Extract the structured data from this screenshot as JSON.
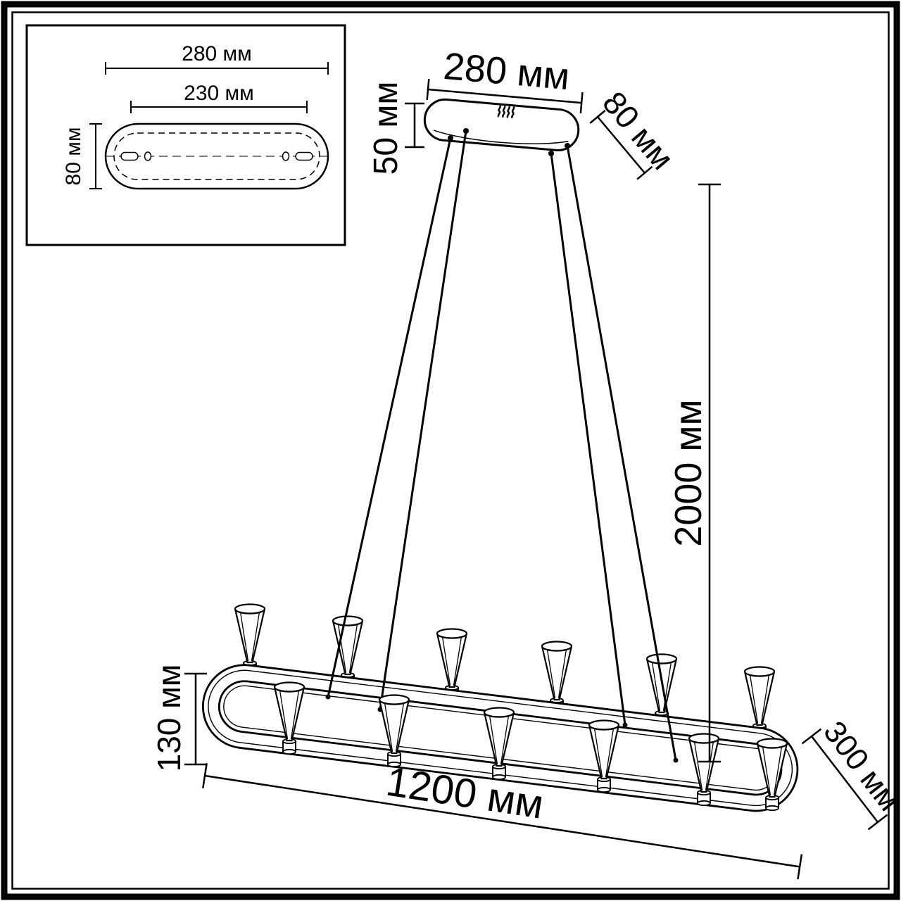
{
  "labels": {
    "inset": {
      "width": "280 мм",
      "holes": "230 мм",
      "depth": "80 мм"
    },
    "canopy": {
      "length": "280 мм",
      "height": "50 мм",
      "depth": "80 мм"
    },
    "suspension": {
      "height": "2000 мм"
    },
    "fixture": {
      "shade_height": "130 мм",
      "length": "1200 мм",
      "depth": "300 мм"
    }
  }
}
